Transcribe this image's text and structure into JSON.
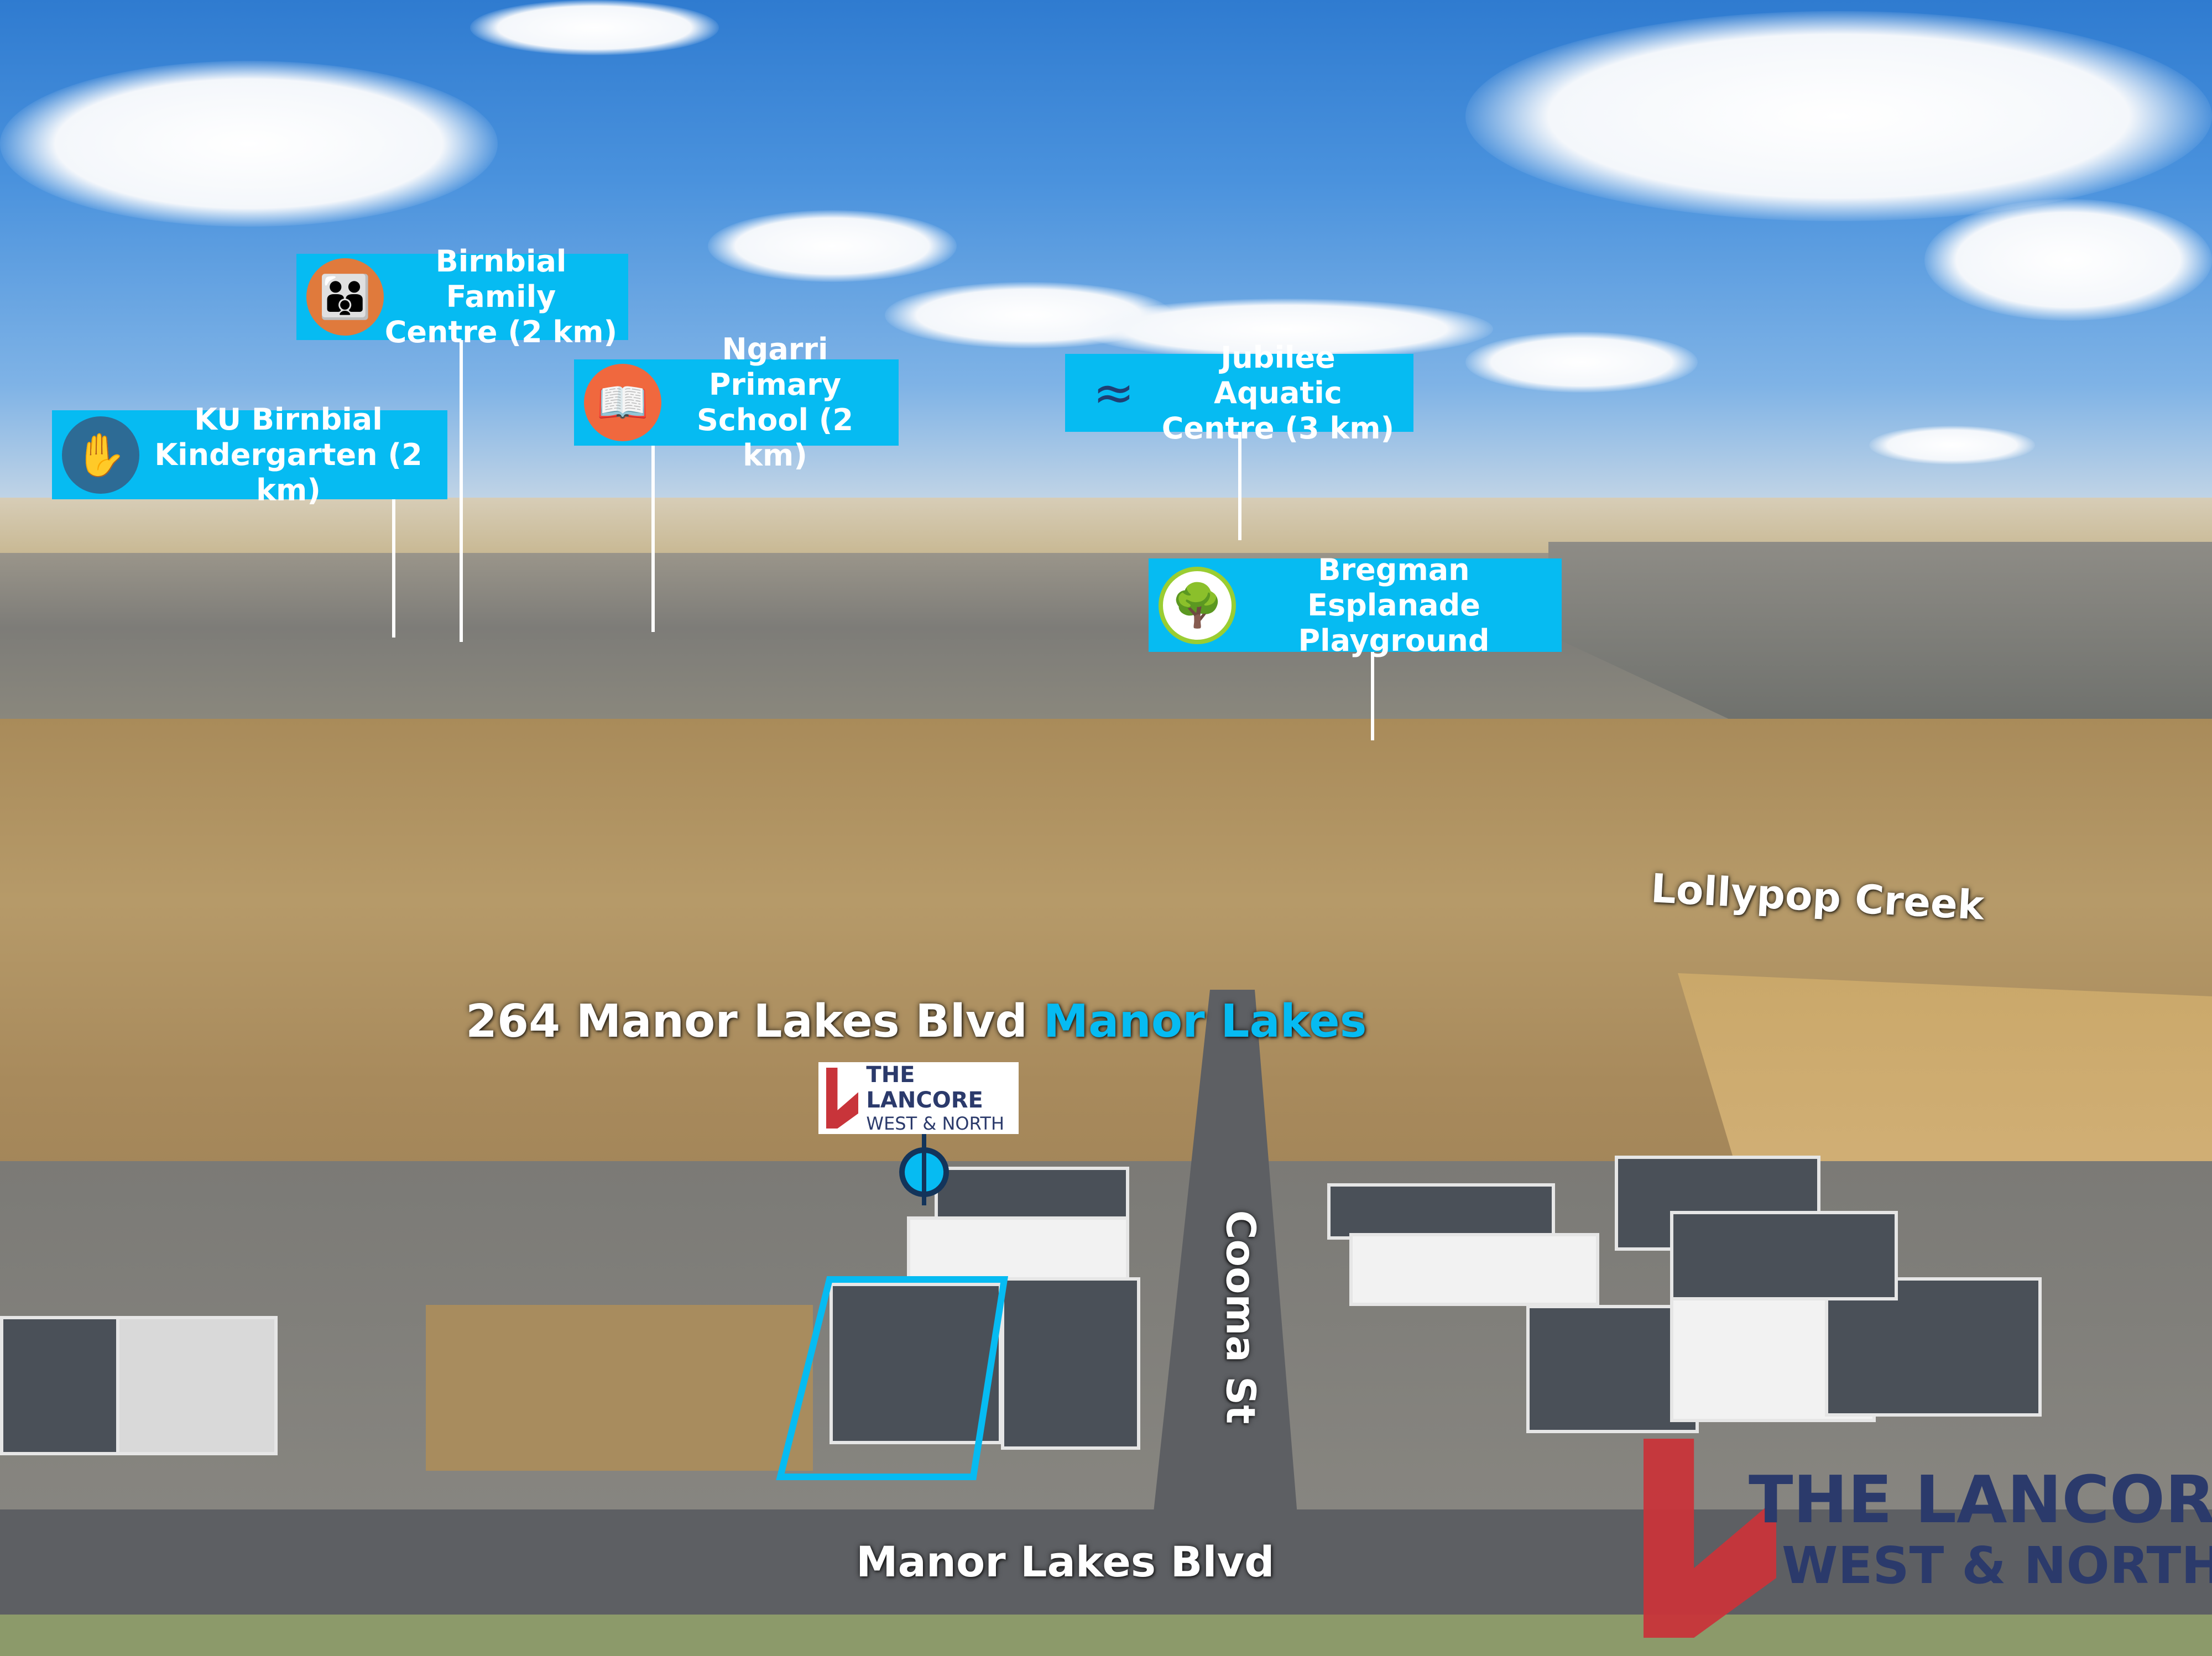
{
  "callouts": [
    {
      "id": "birnbial-family-centre",
      "line1": "Birnbial Family",
      "line2": "Centre (2 km)",
      "icon": "family-group-icon",
      "icon_color": "#e07a3c"
    },
    {
      "id": "ku-birnbial-kindergarten",
      "line1": "KU Birnbial",
      "line2": "Kindergarten (2 km)",
      "icon": "hands-child-icon",
      "icon_color": "#2d6b95"
    },
    {
      "id": "ngarri-primary-school",
      "line1": "Ngarri Primary",
      "line2": "School (2 km)",
      "icon": "open-book-icon",
      "icon_color": "#f0683e"
    },
    {
      "id": "jubilee-aquatic-centre",
      "line1": "Jubilee Aquatic",
      "line2": "Centre (3 km)",
      "icon": "swimmer-icon",
      "icon_color": "#2fb7a7"
    },
    {
      "id": "bregman-esplanade-playground",
      "line1": "Bregman Esplanade",
      "line2": "Playground",
      "icon": "park-bench-tree-icon",
      "icon_color": "#9acd32"
    }
  ],
  "address": {
    "street": "264 Manor Lakes Blvd",
    "suburb": "Manor Lakes",
    "suburb_color": "#06bbf2"
  },
  "streets": {
    "cooma": "Cooma St",
    "manor_lakes_blvd": "Manor Lakes Blvd",
    "creek": "Lollypop Creek"
  },
  "brand": {
    "name": "THE LANCORE",
    "sub": "WEST & NORTH",
    "red": "#c8343a",
    "navy": "#2b3a6b"
  },
  "colors": {
    "callout_bg": "#06bbf2",
    "property_outline": "#06bbf2"
  }
}
